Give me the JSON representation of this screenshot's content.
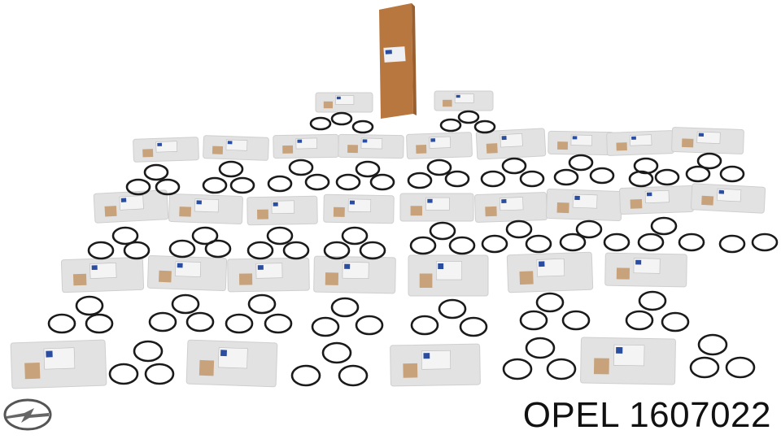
{
  "caption": {
    "brand": "OPEL",
    "part_number": "1607022"
  },
  "logo": {
    "icon": "opel-logo-icon"
  },
  "photo": {
    "subject": "gasket-ring-kit",
    "colors": {
      "box": "#b8773f",
      "bag": "#e2e2e2",
      "ring": "#1a1a1a",
      "label": "#f4f4f4",
      "tag": "#c8a27a"
    }
  }
}
